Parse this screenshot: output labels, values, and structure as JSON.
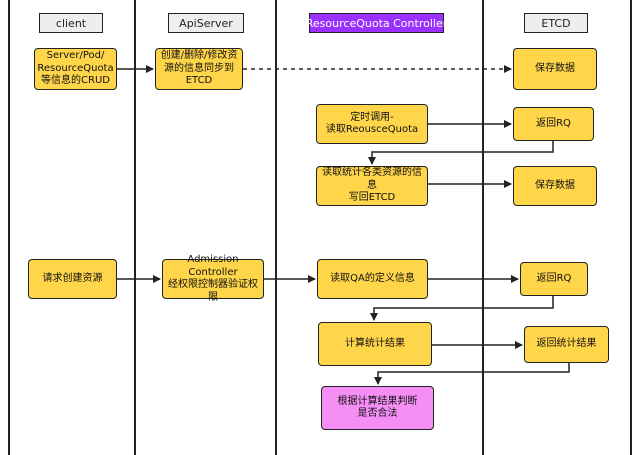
{
  "colors": {
    "node_fill": "#ffd54a",
    "decision_fill": "#f58ff5",
    "header_fill": "#eeeeee",
    "rq_header_fill": "#9b30ff",
    "line": "#222222"
  },
  "lanes": {
    "client": "client",
    "apiserver": "ApiServer",
    "rq_controller": "ResourceQuota Controller",
    "etcd": "ETCD"
  },
  "nodes": {
    "client_crud": "Server/Pod/\nResourceQuota\n等信息的CRUD",
    "api_sync": "创建/删除/修改资\n源的信息同步到\nETCD",
    "etcd_save1": "保存数据",
    "rq_timer": "定时调用-\n读取ReousceQuota",
    "etcd_return_rq1": "返回RQ",
    "rq_stats": "读取统计各类资源的信息\n写回ETCD",
    "etcd_save2": "保存数据",
    "client_request": "请求创建资源",
    "api_admission": "Admission Controller\n经权限控制器验证权限",
    "rq_read_qa": "读取QA的定义信息",
    "etcd_return_rq2": "返回RQ",
    "rq_calc": "计算统计结果",
    "etcd_return_stats": "返回统计结果",
    "rq_decide": "根据计算结果判断\n是否合法"
  }
}
